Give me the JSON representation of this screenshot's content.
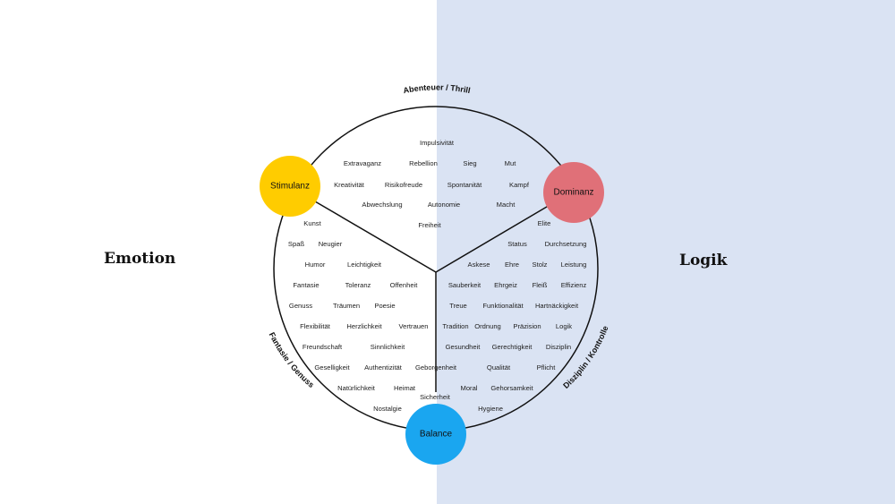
{
  "sides": {
    "left": "Emotion",
    "right": "Logik"
  },
  "arcs": {
    "top": "Abenteuer / Thrill",
    "left": "Fantasie / Genuss",
    "right": "Disziplin / Kontrolle"
  },
  "nodes": {
    "stimulanz": {
      "label": "Stimulanz",
      "color": "#ffcc00"
    },
    "dominanz": {
      "label": "Dominanz",
      "color": "#e07078"
    },
    "balance": {
      "label": "Balance",
      "color": "#1aa6f0"
    }
  },
  "colors": {
    "right_background": "#dae3f3",
    "lines": "#111111"
  },
  "words": {
    "top": [
      "Impulsivität",
      "Extravaganz",
      "Rebellion",
      "Sieg",
      "Mut",
      "Kreativität",
      "Risikofreude",
      "Spontanität",
      "Kampf",
      "Abwechslung",
      "Autonomie",
      "Macht",
      "Freiheit"
    ],
    "left": [
      "Kunst",
      "Spaß",
      "Neugier",
      "Humor",
      "Leichtigkeit",
      "Fantasie",
      "Toleranz",
      "Offenheit",
      "Genuss",
      "Träumen",
      "Poesie",
      "Flexibilität",
      "Herzlichkeit",
      "Vertrauen",
      "Freundschaft",
      "Sinnlichkeit",
      "Geselligkeit",
      "Authentizität",
      "Geborgenheit",
      "Natürlichkeit",
      "Heimat",
      "Nostalgie",
      "Sicherheit"
    ],
    "right": [
      "Elite",
      "Status",
      "Durchsetzung",
      "Askese",
      "Ehre",
      "Stolz",
      "Leistung",
      "Sauberkeit",
      "Ehrgeiz",
      "Fleiß",
      "Effizienz",
      "Treue",
      "Funktionalität",
      "Hartnäckigkeit",
      "Tradition",
      "Ordnung",
      "Präzision",
      "Logik",
      "Gesundheit",
      "Gerechtigkeit",
      "Disziplin",
      "Qualität",
      "Pflicht",
      "Moral",
      "Gehorsamkeit",
      "Hygiene"
    ]
  }
}
